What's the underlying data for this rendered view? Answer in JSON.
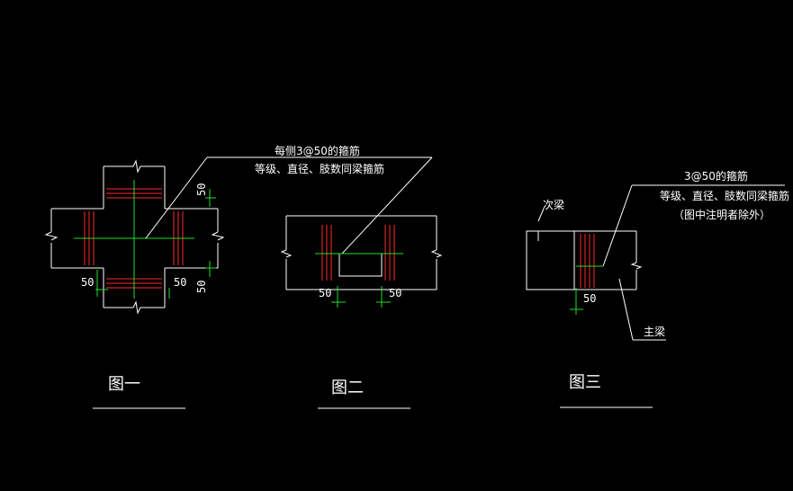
{
  "colors": {
    "background": "#000000",
    "line": "#ffffff",
    "rebar": "#ff2a2a",
    "dimension": "#22dd22"
  },
  "figure1": {
    "dim_top": "50",
    "dim_left": "50",
    "dim_bottom_right": "50",
    "dim_right_lower": "50",
    "caption": "图一"
  },
  "figure2": {
    "note_line1": "每侧3@50的箍筋",
    "note_line2": "等级、直径、肢数同梁箍筋",
    "dim_left": "50",
    "dim_right": "50",
    "caption": "图二"
  },
  "figure3": {
    "note_line1": "3@50的箍筋",
    "note_line2": "等级、直径、肢数同梁箍筋",
    "note_line3": "（图中注明者除外）",
    "label_secondary_beam": "次梁",
    "label_main_beam": "主梁",
    "dim": "50",
    "caption": "图三"
  }
}
